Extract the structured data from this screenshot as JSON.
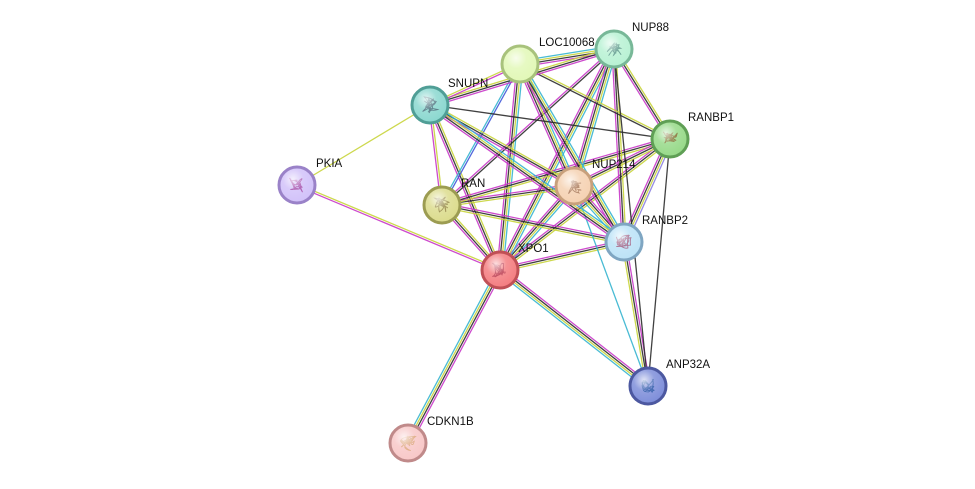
{
  "nodes": [
    {
      "id": "XPO1",
      "label": "XPO1",
      "fill": "#f47f82",
      "stroke": "#c05056",
      "glyph": "#b03048"
    },
    {
      "id": "RAN",
      "label": "RAN",
      "fill": "#dcdc8e",
      "stroke": "#9c9c52",
      "glyph": "#8a7a3a"
    },
    {
      "id": "NUP214",
      "label": "NUP214",
      "fill": "#f5d2b3",
      "stroke": "#c8a07c",
      "glyph": "#a07050"
    },
    {
      "id": "RANBP2",
      "label": "RANBP2",
      "fill": "#bde3f7",
      "stroke": "#7fa6c2",
      "glyph": "#9a4a70"
    },
    {
      "id": "RANBP1",
      "label": "RANBP1",
      "fill": "#98da8a",
      "stroke": "#5f9f55",
      "glyph": "#7a5a20"
    },
    {
      "id": "NUP88",
      "label": "NUP88",
      "fill": "#b9f2d4",
      "stroke": "#78b898",
      "glyph": "#508c80"
    },
    {
      "id": "LOC10068",
      "label": "LOC10068",
      "fill": "#e2f8b8",
      "stroke": "#a8c27c",
      "glyph": ""
    },
    {
      "id": "SNUPN",
      "label": "SNUPN",
      "fill": "#8cd8d0",
      "stroke": "#509e96",
      "glyph": "#406070"
    },
    {
      "id": "PKIA",
      "label": "PKIA",
      "fill": "#d2c2f9",
      "stroke": "#9a82c8",
      "glyph": "#a040a0"
    },
    {
      "id": "ANP32A",
      "label": "ANP32A",
      "fill": "#7f8fda",
      "stroke": "#4c58a0",
      "glyph": "#2050a0"
    },
    {
      "id": "CDKN1B",
      "label": "CDKN1B",
      "fill": "#f8c8c8",
      "stroke": "#c08a8a",
      "glyph": "#d8a070"
    }
  ],
  "edges": [
    {
      "source": "XPO1",
      "target": "RAN",
      "colors": [
        "#c837c8",
        "#2b2b2b",
        "#c8d43a"
      ]
    },
    {
      "source": "XPO1",
      "target": "NUP214",
      "colors": [
        "#c837c8",
        "#2b2b2b",
        "#c8d43a",
        "#35b4cf"
      ]
    },
    {
      "source": "XPO1",
      "target": "RANBP2",
      "colors": [
        "#c837c8",
        "#2b2b2b",
        "#c8d43a"
      ]
    },
    {
      "source": "XPO1",
      "target": "RANBP1",
      "colors": [
        "#c837c8",
        "#2b2b2b",
        "#c8d43a"
      ]
    },
    {
      "source": "XPO1",
      "target": "NUP88",
      "colors": [
        "#c837c8",
        "#2b2b2b",
        "#c8d43a",
        "#35b4cf"
      ]
    },
    {
      "source": "XPO1",
      "target": "LOC10068",
      "colors": [
        "#c837c8",
        "#2b2b2b",
        "#c8d43a",
        "#35b4cf"
      ]
    },
    {
      "source": "XPO1",
      "target": "SNUPN",
      "colors": [
        "#c837c8",
        "#2b2b2b",
        "#c8d43a"
      ]
    },
    {
      "source": "XPO1",
      "target": "PKIA",
      "colors": [
        "#c837c8",
        "#c8d43a"
      ]
    },
    {
      "source": "XPO1",
      "target": "ANP32A",
      "colors": [
        "#c837c8",
        "#2b2b2b",
        "#c8d43a",
        "#35b4cf"
      ]
    },
    {
      "source": "XPO1",
      "target": "CDKN1B",
      "colors": [
        "#c837c8",
        "#2b2b2b",
        "#c8d43a",
        "#35b4cf"
      ]
    },
    {
      "source": "RAN",
      "target": "NUP214",
      "colors": [
        "#c837c8",
        "#2b2b2b",
        "#c8d43a"
      ]
    },
    {
      "source": "RAN",
      "target": "RANBP2",
      "colors": [
        "#c837c8",
        "#2b2b2b",
        "#c8d43a"
      ]
    },
    {
      "source": "RAN",
      "target": "RANBP1",
      "colors": [
        "#c837c8",
        "#2b2b2b",
        "#c8d43a"
      ]
    },
    {
      "source": "RAN",
      "target": "NUP88",
      "colors": [
        "#c837c8",
        "#2b2b2b"
      ]
    },
    {
      "source": "RAN",
      "target": "LOC10068",
      "colors": [
        "#35b4cf",
        "#3e56d8"
      ]
    },
    {
      "source": "RAN",
      "target": "SNUPN",
      "colors": [
        "#c837c8",
        "#c8d43a"
      ]
    },
    {
      "source": "NUP214",
      "target": "RANBP2",
      "colors": [
        "#c837c8",
        "#2b2b2b",
        "#c8d43a",
        "#35b4cf"
      ]
    },
    {
      "source": "NUP214",
      "target": "RANBP1",
      "colors": [
        "#c837c8",
        "#2b2b2b",
        "#c8d43a"
      ]
    },
    {
      "source": "NUP214",
      "target": "NUP88",
      "colors": [
        "#c837c8",
        "#2b2b2b",
        "#c8d43a",
        "#35b4cf"
      ]
    },
    {
      "source": "NUP214",
      "target": "LOC10068",
      "colors": [
        "#c837c8",
        "#2b2b2b",
        "#c8d43a",
        "#35b4cf"
      ]
    },
    {
      "source": "NUP214",
      "target": "SNUPN",
      "colors": [
        "#c837c8",
        "#2b2b2b",
        "#c8d43a"
      ]
    },
    {
      "source": "NUP214",
      "target": "ANP32A",
      "colors": [
        "#35b4cf"
      ]
    },
    {
      "source": "RANBP2",
      "target": "RANBP1",
      "colors": [
        "#c837c8",
        "#2b2b2b",
        "#c8d43a",
        "#8a7fe0"
      ]
    },
    {
      "source": "RANBP2",
      "target": "NUP88",
      "colors": [
        "#c837c8",
        "#2b2b2b",
        "#c8d43a"
      ]
    },
    {
      "source": "RANBP2",
      "target": "LOC10068",
      "colors": [
        "#c837c8",
        "#2b2b2b",
        "#c8d43a",
        "#35b4cf"
      ]
    },
    {
      "source": "RANBP2",
      "target": "SNUPN",
      "colors": [
        "#c837c8",
        "#2b2b2b",
        "#c8d43a",
        "#35b4cf"
      ]
    },
    {
      "source": "RANBP2",
      "target": "ANP32A",
      "colors": [
        "#c837c8",
        "#2b2b2b",
        "#c8d43a"
      ]
    },
    {
      "source": "RANBP1",
      "target": "NUP88",
      "colors": [
        "#c837c8",
        "#2b2b2b",
        "#c8d43a"
      ]
    },
    {
      "source": "RANBP1",
      "target": "LOC10068",
      "colors": [
        "#2b2b2b",
        "#c8d43a"
      ]
    },
    {
      "source": "RANBP1",
      "target": "SNUPN",
      "colors": [
        "#2b2b2b"
      ]
    },
    {
      "source": "RANBP1",
      "target": "ANP32A",
      "colors": [
        "#2b2b2b"
      ]
    },
    {
      "source": "NUP88",
      "target": "LOC10068",
      "colors": [
        "#c837c8",
        "#2b2b2b",
        "#c8d43a",
        "#35b4cf"
      ]
    },
    {
      "source": "NUP88",
      "target": "SNUPN",
      "colors": [
        "#c837c8",
        "#2b2b2b",
        "#c8d43a"
      ]
    },
    {
      "source": "NUP88",
      "target": "ANP32A",
      "colors": [
        "#2b2b2b"
      ]
    },
    {
      "source": "LOC10068",
      "target": "SNUPN",
      "colors": [
        "#c837c8",
        "#c8d43a"
      ]
    },
    {
      "source": "SNUPN",
      "target": "PKIA",
      "colors": [
        "#c8d43a"
      ]
    }
  ]
}
